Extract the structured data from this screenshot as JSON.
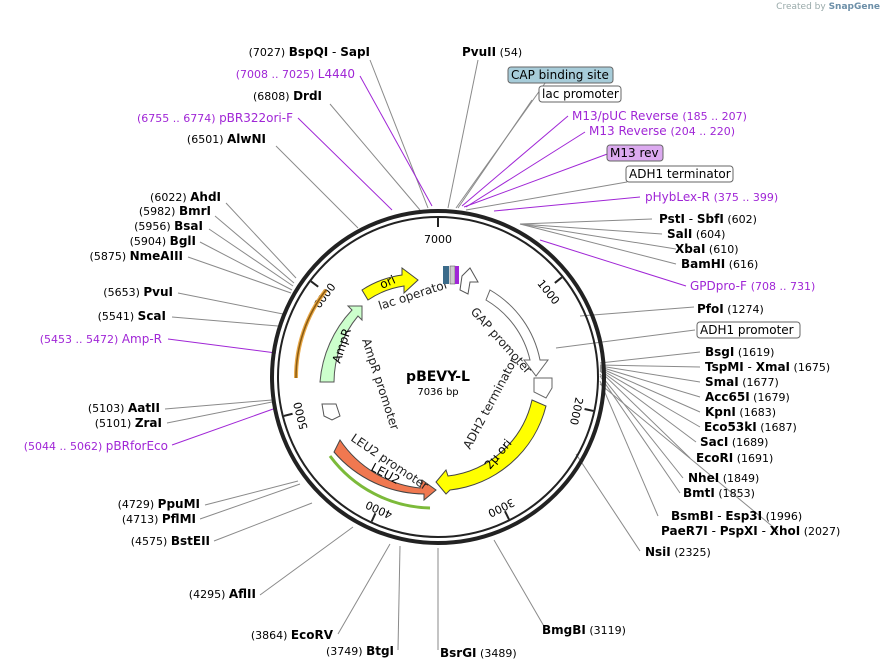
{
  "credit": {
    "created_by": "Created by",
    "brand": "SnapGene"
  },
  "plasmid": {
    "name": "pBEVY-L",
    "length_label": "7036 bp",
    "length": 7036
  },
  "ruler": [
    {
      "bp": 0,
      "label": "7000"
    },
    {
      "bp": 1000,
      "label": "1000"
    },
    {
      "bp": 2000,
      "label": "2000"
    },
    {
      "bp": 3000,
      "label": "3000"
    },
    {
      "bp": 4000,
      "label": "4000"
    },
    {
      "bp": 5000,
      "label": "5000"
    },
    {
      "bp": 6000,
      "label": "6000"
    }
  ],
  "enzymes": [
    {
      "name": "BspQI",
      "pos": "(7027)",
      "extra": "SapI",
      "sep": "-"
    },
    {
      "name": "PvuII",
      "pos": "(54)"
    },
    {
      "name": "DrdI",
      "pos": "(6808)"
    },
    {
      "name": "AlwNI",
      "pos": "(6501)"
    },
    {
      "name": "AhdI",
      "pos": "(6022)"
    },
    {
      "name": "BmrI",
      "pos": "(5982)"
    },
    {
      "name": "BsaI",
      "pos": "(5956)"
    },
    {
      "name": "BglI",
      "pos": "(5904)"
    },
    {
      "name": "NmeAIII",
      "pos": "(5875)"
    },
    {
      "name": "PvuI",
      "pos": "(5653)"
    },
    {
      "name": "ScaI",
      "pos": "(5541)"
    },
    {
      "name": "AatII",
      "pos": "(5103)"
    },
    {
      "name": "ZraI",
      "pos": "(5101)"
    },
    {
      "name": "PpuMI",
      "pos": "(4729)"
    },
    {
      "name": "PflMI",
      "pos": "(4713)"
    },
    {
      "name": "BstEII",
      "pos": "(4575)"
    },
    {
      "name": "AflII",
      "pos": "(4295)"
    },
    {
      "name": "EcoRV",
      "pos": "(3864)"
    },
    {
      "name": "BtgI",
      "pos": "(3749)"
    },
    {
      "name": "BsrGI",
      "pos": "(3489)"
    },
    {
      "name": "BmgBI",
      "pos": "(3119)"
    },
    {
      "name": "NsiI",
      "pos": "(2325)"
    },
    {
      "name": "PaeR7I",
      "extra": "PspXI",
      "extra2": "XhoI",
      "pos": "(2027)"
    },
    {
      "name": "BsmBI",
      "extra": "Esp3I",
      "pos": "(1996)"
    },
    {
      "name": "BmtI",
      "pos": "(1853)"
    },
    {
      "name": "NheI",
      "pos": "(1849)"
    },
    {
      "name": "EcoRI",
      "pos": "(1691)"
    },
    {
      "name": "SacI",
      "pos": "(1689)"
    },
    {
      "name": "Eco53kI",
      "pos": "(1687)"
    },
    {
      "name": "KpnI",
      "pos": "(1683)"
    },
    {
      "name": "Acc65I",
      "pos": "(1679)"
    },
    {
      "name": "SmaI",
      "pos": "(1677)"
    },
    {
      "name": "TspMI",
      "extra": "XmaI",
      "pos": "(1675)"
    },
    {
      "name": "BsgI",
      "pos": "(1619)"
    },
    {
      "name": "PfoI",
      "pos": "(1274)"
    },
    {
      "name": "BamHI",
      "pos": "(616)"
    },
    {
      "name": "XbaI",
      "pos": "(610)"
    },
    {
      "name": "SalI",
      "pos": "(604)"
    },
    {
      "name": "PstI",
      "extra": "SbfI",
      "pos": "(602)"
    }
  ],
  "primers": [
    {
      "name": "L4440",
      "range": "(7008 .. 7025)"
    },
    {
      "name": "pBR322ori-F",
      "range": "(6755 .. 6774)"
    },
    {
      "name": "Amp-R",
      "range": "(5453 .. 5472)"
    },
    {
      "name": "pBRforEco",
      "range": "(5044 .. 5062)"
    },
    {
      "name": "M13/pUC Reverse",
      "range": "(185 .. 207)"
    },
    {
      "name": "M13 Reverse",
      "range": "(204 .. 220)"
    },
    {
      "name": "pHybLex-R",
      "range": "(375 .. 399)"
    },
    {
      "name": "GPDpro-F",
      "range": "(708 .. 731)"
    }
  ],
  "feature_labels": [
    {
      "name": "CAP binding site",
      "style": "teal"
    },
    {
      "name": "lac promoter",
      "style": "plain"
    },
    {
      "name": "M13 rev",
      "style": "violet"
    },
    {
      "name": "ADH1 terminator",
      "style": "plain"
    },
    {
      "name": "ADH1 promoter",
      "style": "plain"
    }
  ],
  "features": [
    {
      "name": "ori",
      "color": "#ffff00"
    },
    {
      "name": "lac operator"
    },
    {
      "name": "GAP promoter"
    },
    {
      "name": "AmpR",
      "color": "#ccffcc"
    },
    {
      "name": "AmpR promoter"
    },
    {
      "name": "LEU2 promoter"
    },
    {
      "name": "LEU2",
      "color": "#f07850"
    },
    {
      "name": "ADH2 terminator"
    },
    {
      "name": "2μ ori",
      "color": "#ffff00"
    }
  ],
  "colors": {
    "primer": "#a026d6",
    "enzyme": "#000000",
    "backbone": "#222222"
  }
}
